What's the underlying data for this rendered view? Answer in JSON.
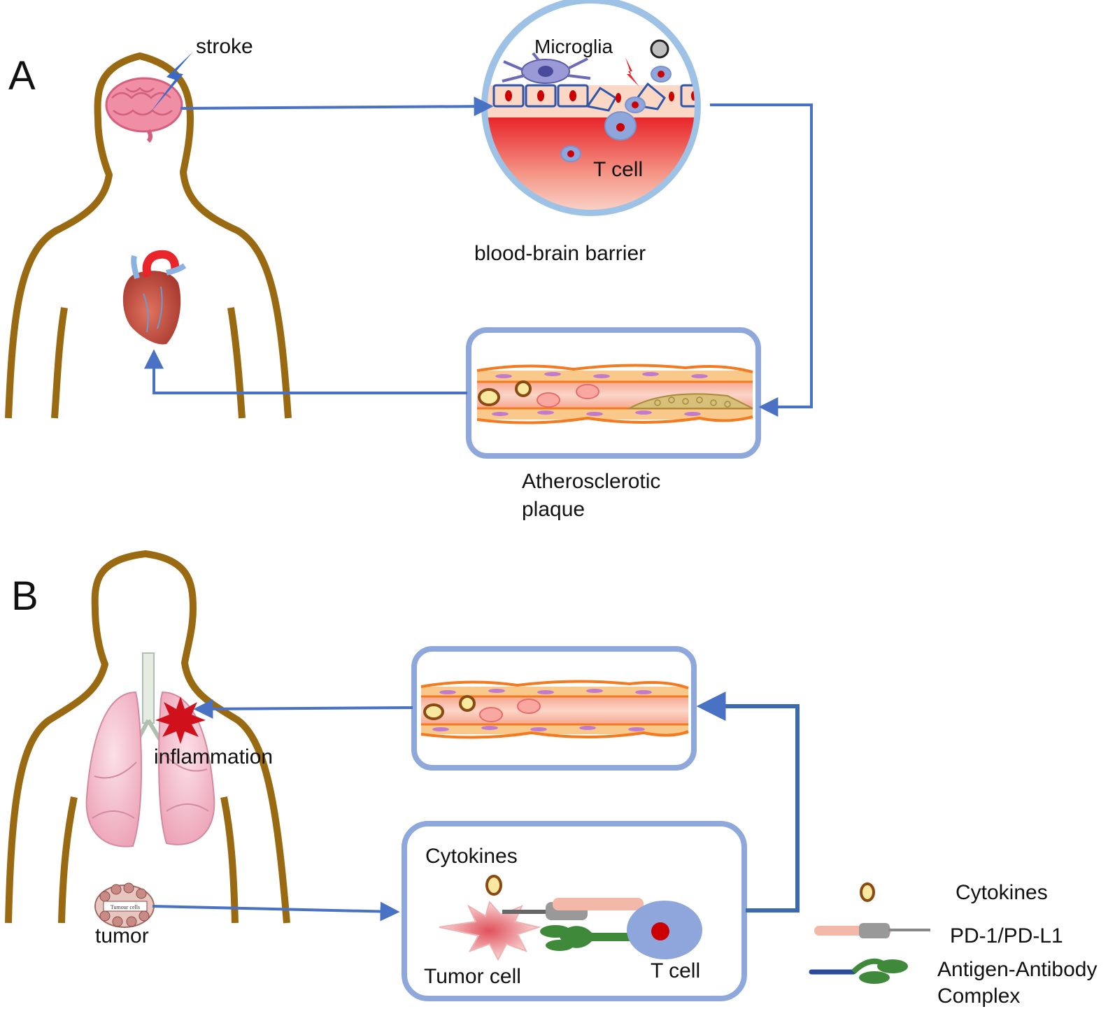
{
  "panel_a": {
    "letter": "A",
    "stroke_label": "stroke",
    "microglia_label": "Microglia",
    "tcell_label": "T cell",
    "bbb_label": "blood-brain barrier",
    "plaque_label_line1": "Atherosclerotic",
    "plaque_label_line2": "plaque"
  },
  "panel_b": {
    "letter": "B",
    "inflammation_label": "inflammation",
    "tumor_label": "tumor",
    "tumor_badge_text": "Tumour cells",
    "cytokines_label": "Cytokines",
    "tumor_cell_label": "Tumor cell",
    "tcell_label": "T cell"
  },
  "legend": {
    "items": [
      {
        "label": "Cytokines",
        "icon": "cytokine-icon"
      },
      {
        "label": "PD-1/PD-L1",
        "icon": "pd1-pdl1-icon"
      },
      {
        "label": "Antigen-Antibody",
        "label2": "Complex",
        "icon": "antigen-antibody-icon"
      }
    ]
  },
  "colors": {
    "arrow": "#4a72c4",
    "body_outline": "#9a6a12",
    "box_border": "#8fa8dc",
    "bbb_ring": "#9dc2e6",
    "vessel_orange": "#f47a1f",
    "cell_fill": "#f8c98a",
    "nucleus_purple": "#c07ad0",
    "blood_red": "#e8252a",
    "tcell_blue": "#8ea6dc",
    "cytokine_fill": "#f8e8a0",
    "cytokine_stroke": "#8b4a12",
    "antibody_green": "#3f8a3a",
    "pd1_pink": "#f4b8a8"
  }
}
